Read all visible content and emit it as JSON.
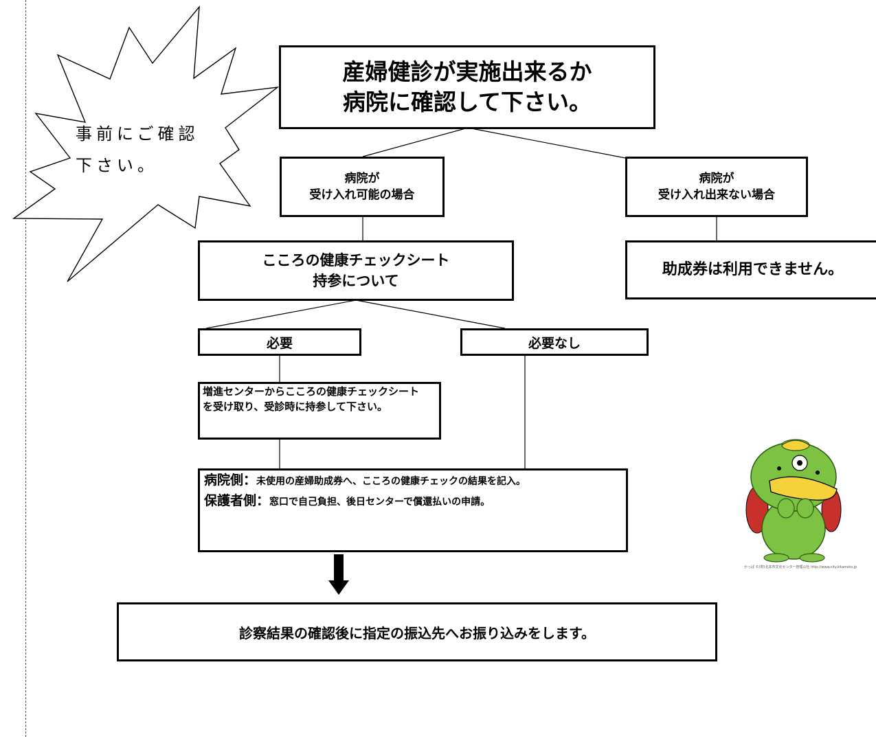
{
  "header": {
    "title_line1": "産婦健診が実施出来るか",
    "title_line2": "病院に確認して下さい。"
  },
  "callout": {
    "line1": "事前にご確認",
    "line2": "下さい。"
  },
  "hospital_ok": {
    "line1": "病院が",
    "line2": "受け入れ可能の場合"
  },
  "hospital_ng": {
    "line1": "病院が",
    "line2": "受け入れ出来ない場合"
  },
  "voucher_unavailable": "助成券は利用できません。",
  "checksheet": {
    "line1": "こころの健康チェックシート",
    "line2": "持参について"
  },
  "required": "必要",
  "not_required": "必要なし",
  "receive_sheet": {
    "line1": "増進センターからこころの健康チェックシート",
    "line2": "を受け取り、受診時に持参して下さい。"
  },
  "procedure": {
    "hospital_label": "病院側：",
    "hospital_text": "未使用の産婦助成券へ、こころの健康チェックの結果を記入。",
    "guardian_label": "保護者側：",
    "guardian_text": "窓口で自己負担、後日センターで償還払いの申請。"
  },
  "final": "診察結果の確認後に指定の振込先へお振り込みをします。",
  "mascot": {
    "caption": "かっぱ ©(財)北本市文化センター管理公社 http://www.city.kitamoto.jp",
    "body_color": "#7dc242",
    "bill_color": "#f5d23a",
    "bag_color": "#c8302c"
  }
}
